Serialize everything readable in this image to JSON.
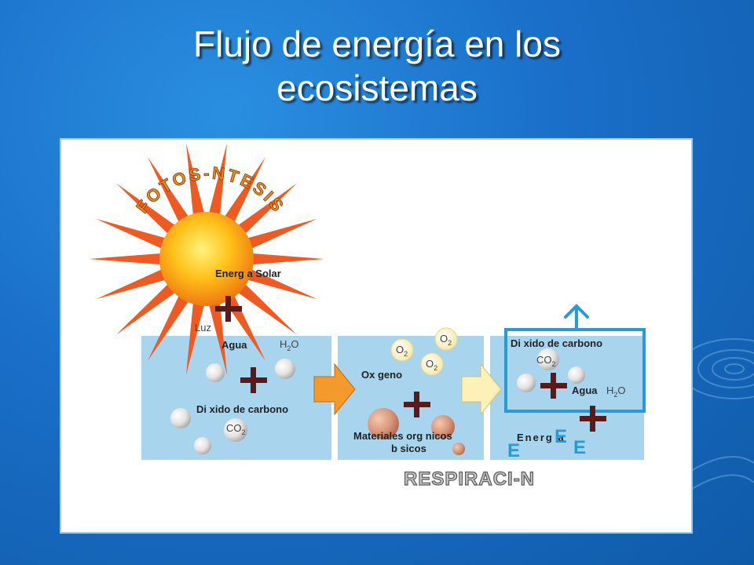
{
  "slide": {
    "title_line1": "Flujo de energía en los",
    "title_line2": "ecosistemas"
  },
  "diagram": {
    "fotosintesis_label": "FOTOS-NTESIS",
    "energia_solar": "Energ a Solar",
    "luz": "Luz",
    "agua": "Agua",
    "h2o": "H",
    "h2o_sub": "2",
    "h2o_end": "O",
    "dioxido": "Di xido de carbono",
    "co2": "CO",
    "co2_sub": "2",
    "oxigeno": "Ox geno",
    "o2": "O",
    "o2_sub": "2",
    "materiales_line1": "Materiales org nicos",
    "materiales_line2": "b sicos",
    "dioxido_right": "Di xido de carbono",
    "agua_right": "Agua",
    "energia": "Energ a",
    "e_letter": "E",
    "respiracion": "RESPIRACI-N"
  },
  "colors": {
    "background": "#1a6fc8",
    "box_fill": "#a8d4ee",
    "sun_rays": "#ef5a22",
    "accent_blue": "#2a9ad6",
    "arrow_orange": "#f49a2c"
  }
}
